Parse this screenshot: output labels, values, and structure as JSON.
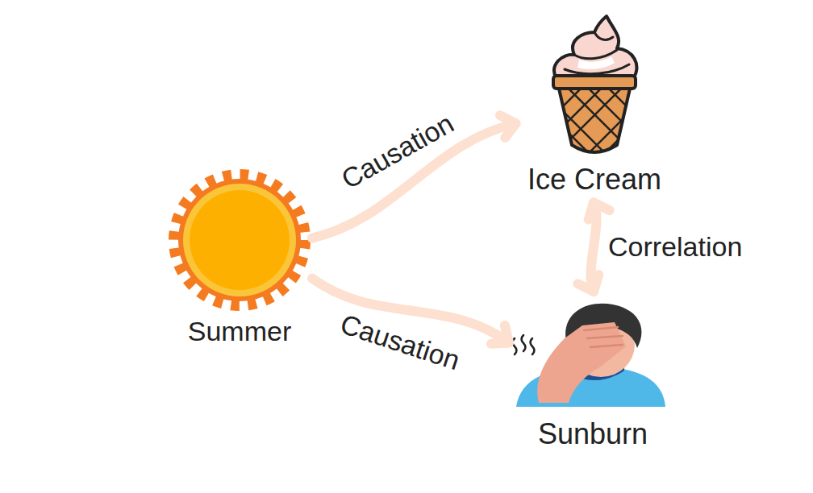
{
  "diagram": {
    "nodes": [
      {
        "text": [
          "Summer"
        ]
      },
      {
        "text": [
          "Ice Cream"
        ]
      },
      {
        "text": [
          "Sunburn"
        ]
      }
    ],
    "edges": [
      {
        "from": 0,
        "to": 1,
        "label": "Causation",
        "arrow": "to"
      },
      {
        "from": 0,
        "to": 2,
        "label": "Causation",
        "arrow": "to"
      },
      {
        "from": 1,
        "to": 2,
        "label": "Correlation",
        "arrow": "both"
      }
    ]
  }
}
